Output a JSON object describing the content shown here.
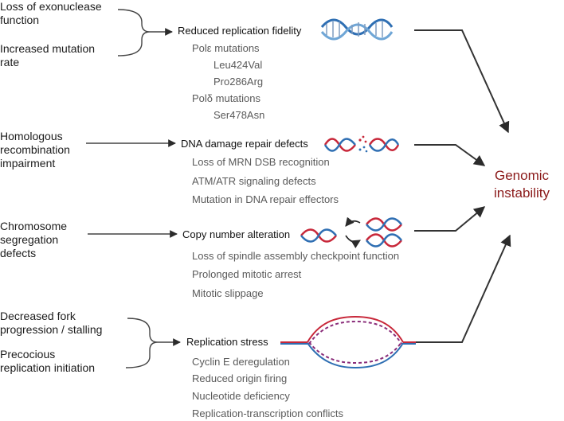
{
  "outcome": {
    "line1": "Genomic",
    "line2": "instability"
  },
  "groups": [
    {
      "causes": [
        [
          "Loss of exonuclease",
          "function"
        ],
        [
          "Increased mutation",
          "rate"
        ]
      ],
      "mechanism": "Reduced replication fidelity",
      "details": [
        "Polε mutations",
        "Leu424Val",
        "Pro286Arg",
        "Polδ mutations",
        "Ser478Asn"
      ]
    },
    {
      "causes": [
        [
          "Homologous",
          "recombination",
          "impairment"
        ]
      ],
      "mechanism": "DNA damage repair defects",
      "details": [
        "Loss of MRN DSB recognition",
        "ATM/ATR signaling defects",
        "Mutation in DNA repair effectors"
      ]
    },
    {
      "causes": [
        [
          "Chromosome",
          "segregation",
          "defects"
        ]
      ],
      "mechanism": "Copy number alteration",
      "details": [
        "Loss of spindle assembly checkpoint function",
        "Prolonged mitotic arrest",
        "Mitotic slippage"
      ]
    },
    {
      "causes": [
        [
          "Decreased fork",
          "progression / stalling"
        ],
        [
          "Precocious",
          "replication initiation"
        ]
      ],
      "mechanism": "Replication stress",
      "details": [
        "Cyclin E deregulation",
        "Reduced origin firing",
        "Nucleotide deficiency",
        "Replication-transcription conflicts"
      ]
    }
  ],
  "colors": {
    "accent": "#8b1a1a",
    "dna_red": "#c8283a",
    "dna_blue": "#2f6fb3",
    "arrow": "#2b2b2b"
  }
}
